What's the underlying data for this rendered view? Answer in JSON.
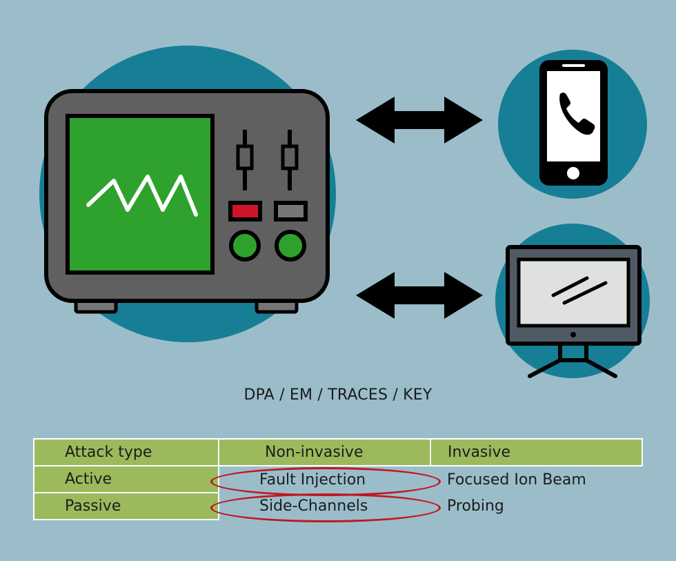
{
  "caption": "DPA / EM / TRACES / KEY",
  "colors": {
    "background": "#9bbdca",
    "circle": "#167f96",
    "device_body": "#606060",
    "screen_green": "#2fa22d",
    "table_green": "#9aba5c",
    "highlight": "#c01722"
  },
  "icons": {
    "instrument": "oscilloscope-icon",
    "arrows": "double-arrow-icon",
    "phone": "smartphone-icon",
    "computer": "monitor-icon"
  },
  "table": {
    "header": [
      "Attack type",
      "Non-invasive",
      "Invasive"
    ],
    "rows": [
      [
        "Active",
        "Fault Injection",
        "Focused Ion Beam"
      ],
      [
        "Passive",
        "Side-Channels",
        "Probing"
      ]
    ],
    "highlighted": [
      "Fault Injection",
      "Side-Channels"
    ]
  }
}
